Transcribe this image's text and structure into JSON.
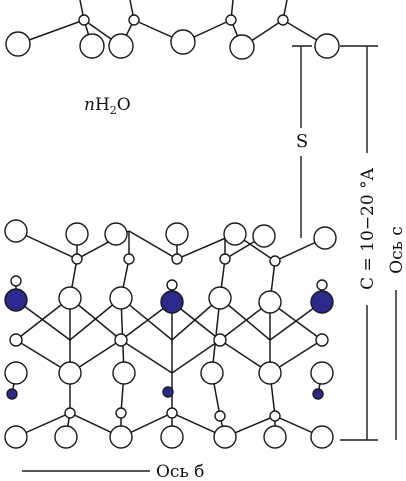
{
  "labels": {
    "water_prefix": "n",
    "water_h": "H",
    "water_sub": "2",
    "water_o": "O",
    "spacing": "S",
    "c_dimension": "C = 10−20 °A",
    "axis_c": "Ось с",
    "axis_b": "Ось б"
  },
  "colors": {
    "cation": "#2a2a8c",
    "atom": "#ffffff",
    "line": "#1a1a1a"
  }
}
